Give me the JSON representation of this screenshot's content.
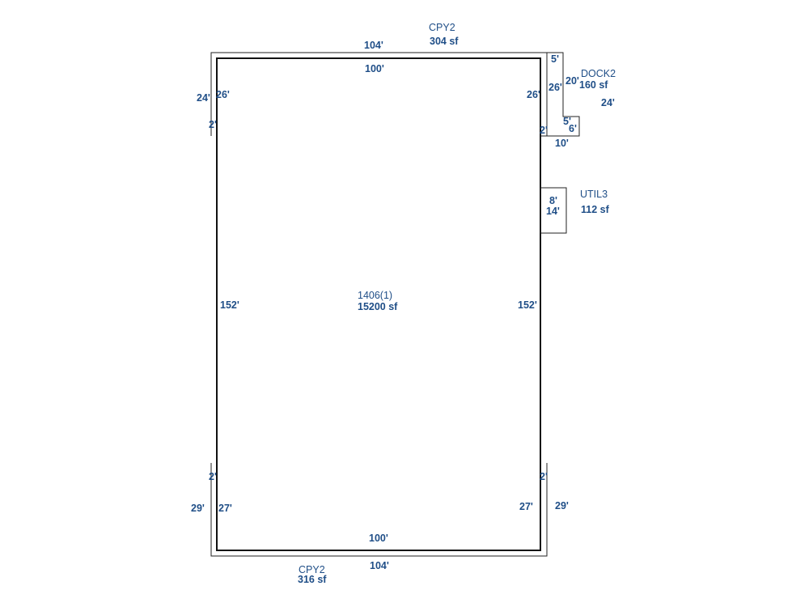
{
  "sketch": {
    "main_area": {
      "name": "1406(1)",
      "area": "15200 sf"
    },
    "canopy_top": {
      "name": "CPY2",
      "area": "304 sf"
    },
    "canopy_bottom": {
      "name": "CPY2",
      "area": "316 sf"
    },
    "dock": {
      "name": "DOCK2",
      "area": "160 sf"
    },
    "util": {
      "name": "UTIL3",
      "area": "112 sf"
    },
    "dims": {
      "top_outer": "104'",
      "top_inner": "100'",
      "bottom_outer": "104'",
      "bottom_inner": "100'",
      "left_main": "152'",
      "right_main": "152'",
      "top_left_outer": "24'",
      "top_left_inner": "26'",
      "top_left_step": "2'",
      "top_right_inner": "26'",
      "top_right_step": "2'",
      "bottom_left_outer": "29'",
      "bottom_left_inner": "27'",
      "bottom_left_step": "2'",
      "bottom_right_outer": "29'",
      "bottom_right_inner": "27'",
      "bottom_right_step": "2'",
      "dock_top": "5'",
      "dock_left": "26'",
      "dock_right": "20'",
      "dock_notch_v": "5'",
      "dock_notch_h": "6'",
      "dock_bottom": "10'",
      "dock_outer": "24'",
      "util_width": "8'",
      "util_height": "14'"
    }
  }
}
